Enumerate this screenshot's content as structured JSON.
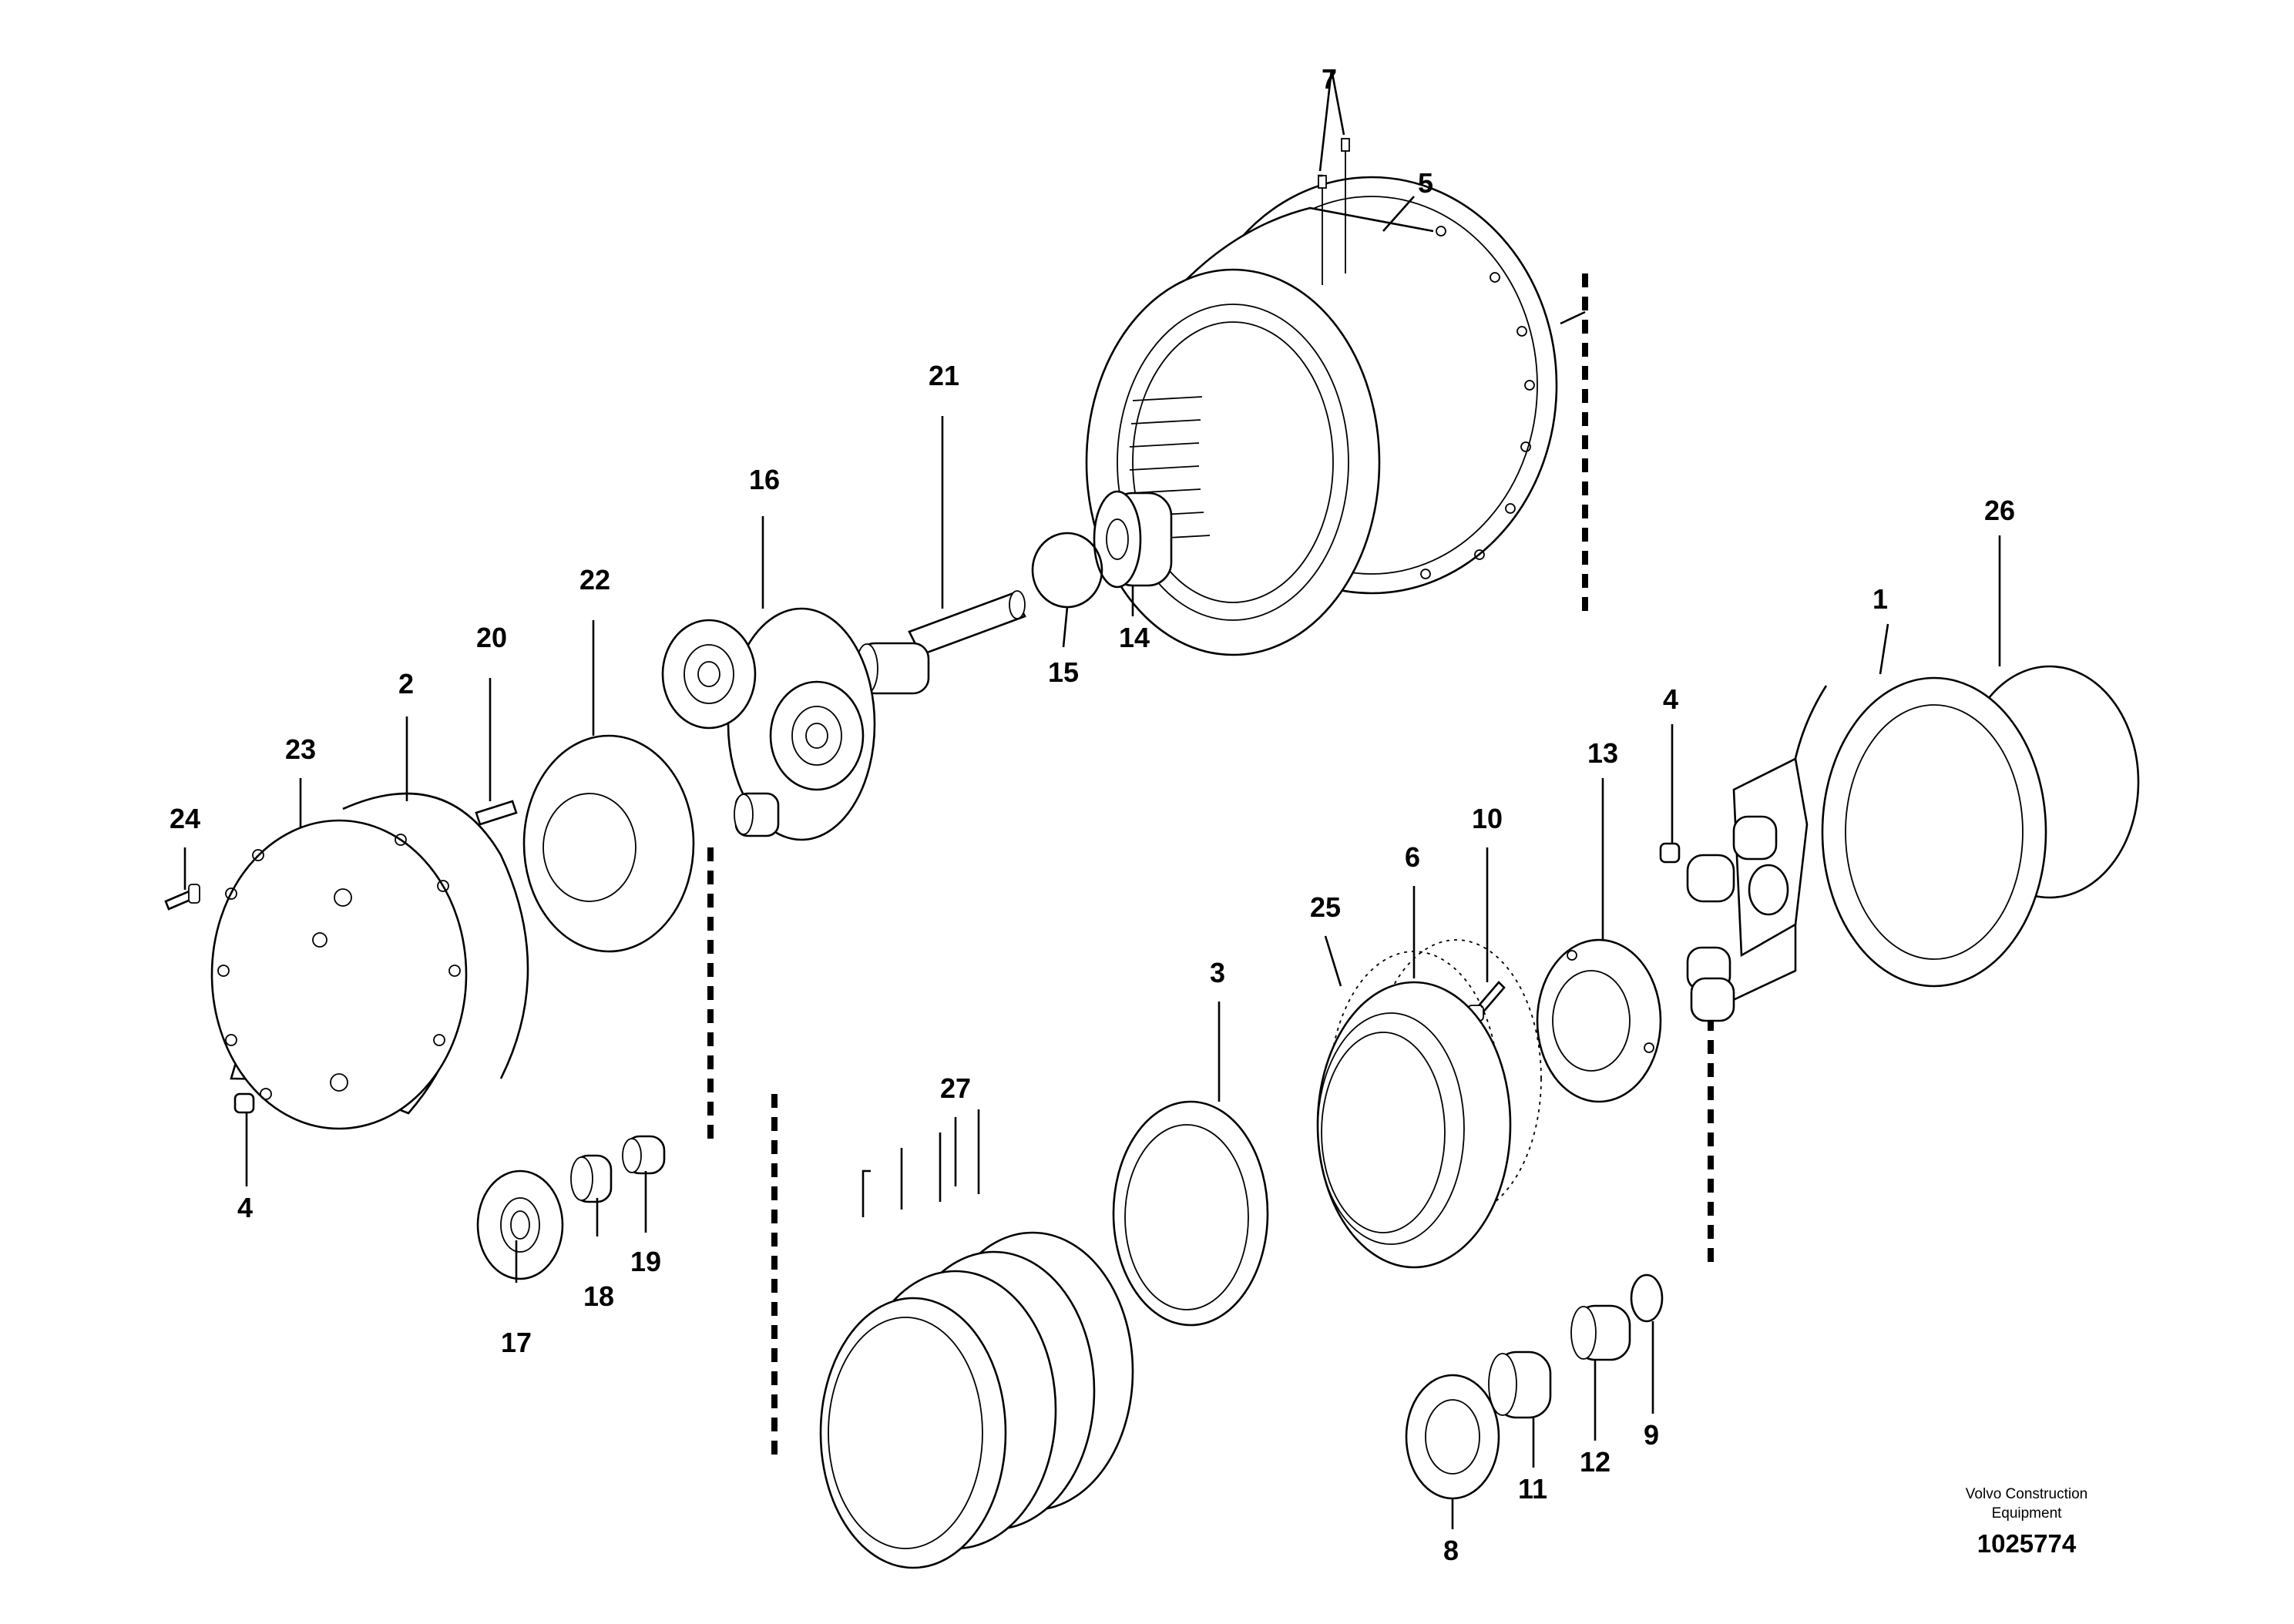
{
  "diagram": {
    "callouts": {
      "c1": "1",
      "c2": "2",
      "c3": "3",
      "c4a": "4",
      "c4b": "4",
      "c5": "5",
      "c6": "6",
      "c7": "7",
      "c8": "8",
      "c9": "9",
      "c10": "10",
      "c11": "11",
      "c12": "12",
      "c13": "13",
      "c14": "14",
      "c15": "15",
      "c16": "16",
      "c17": "17",
      "c18": "18",
      "c19": "19",
      "c20": "20",
      "c21": "21",
      "c22": "22",
      "c23": "23",
      "c24": "24",
      "c25": "25",
      "c26": "26",
      "c27": "27"
    },
    "footer": {
      "company_line1": "Volvo Construction",
      "company_line2": "Equipment",
      "document_number": "1025774"
    }
  }
}
